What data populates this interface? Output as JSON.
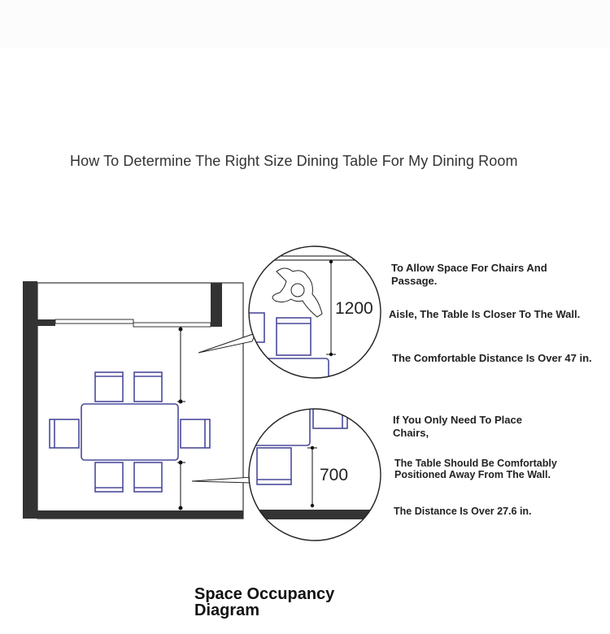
{
  "title": "How To Determine The Right Size Dining Table For My Dining Room",
  "diagram": {
    "dimension_top": "1200",
    "dimension_bottom": "700",
    "furniture_color": "#4a4a9a",
    "wall_color": "#333333"
  },
  "notes_top": [
    "To Allow Space For Chairs And Passage.",
    "Aisle, The Table Is Closer To The Wall.",
    "The Comfortable Distance Is Over 47 in."
  ],
  "notes_bottom": [
    "If You Only Need To Place Chairs,",
    "The Table Should Be Comfortably Positioned Away From The Wall.",
    "The Distance Is Over 27.6 in."
  ],
  "caption": "Space Occupancy Diagram"
}
